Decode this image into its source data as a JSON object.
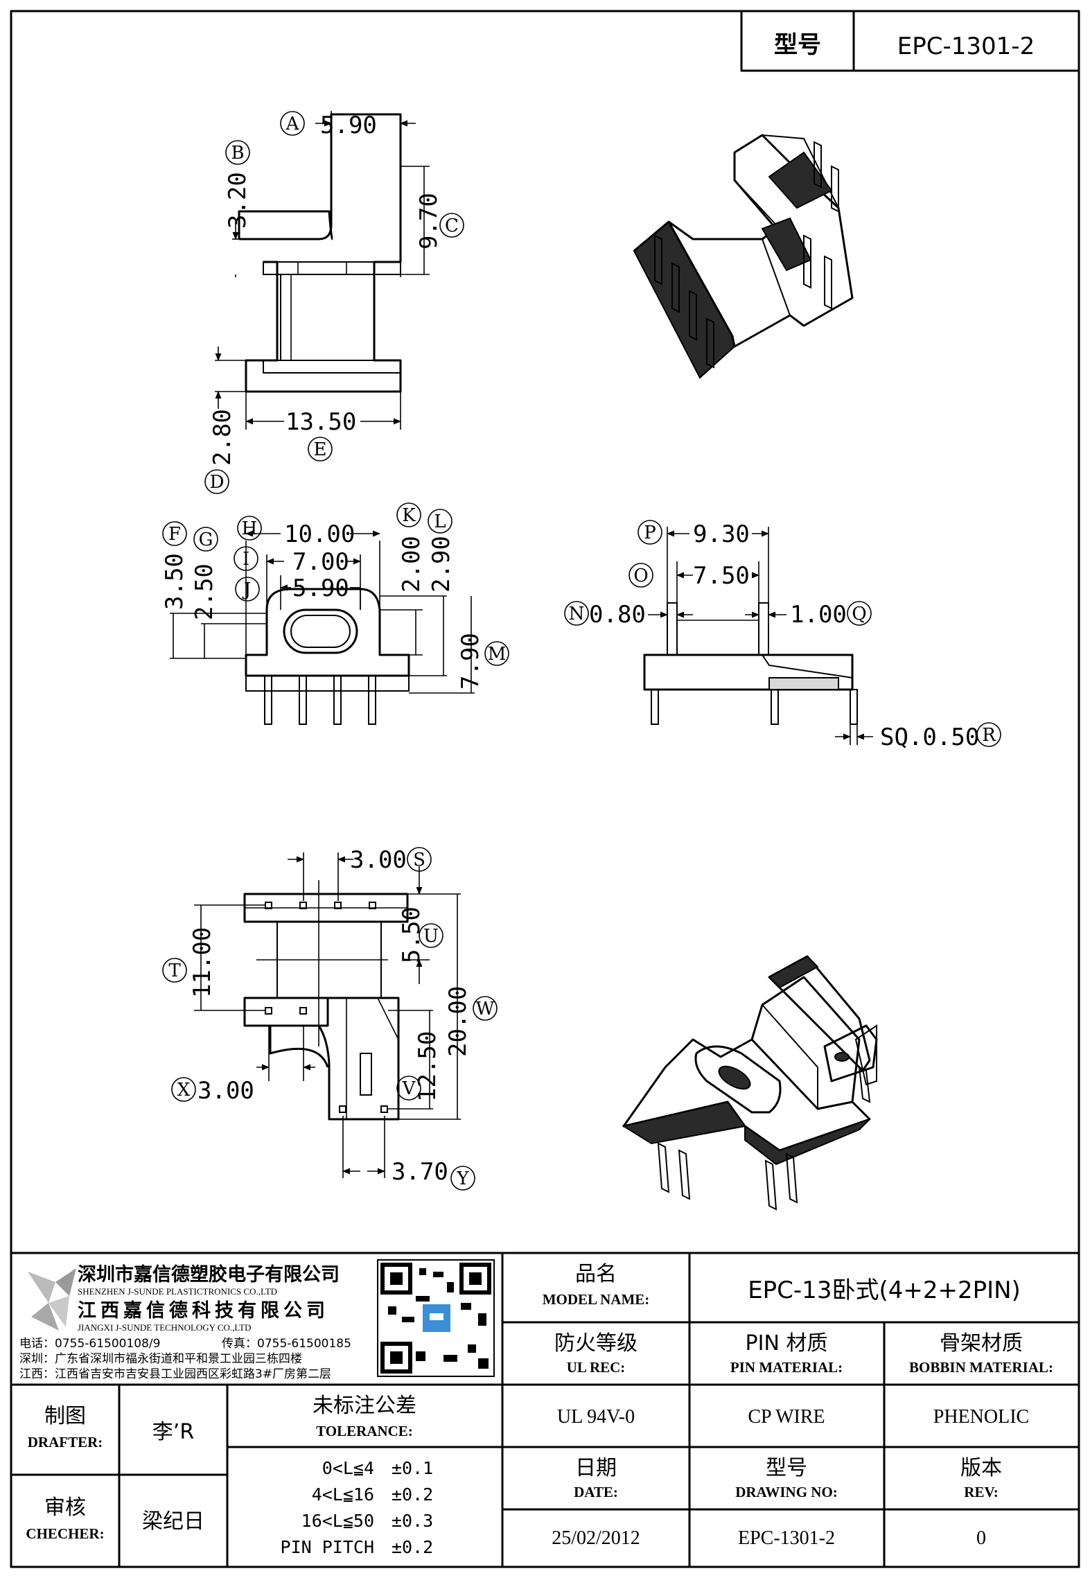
{
  "header": {
    "model_label": "型号",
    "model_value": "EPC-1301-2"
  },
  "top_view": {
    "dims": [
      {
        "id": "A",
        "value": "5.90"
      },
      {
        "id": "B",
        "value": "3.20"
      },
      {
        "id": "C",
        "value": "9.70"
      },
      {
        "id": "D",
        "value": "2.80"
      },
      {
        "id": "E",
        "value": "13.50"
      }
    ]
  },
  "front_view": {
    "dims": [
      {
        "id": "F",
        "value": "3.50"
      },
      {
        "id": "G",
        "value": "2.50"
      },
      {
        "id": "H",
        "value": "10.00"
      },
      {
        "id": "I",
        "value": "7.00"
      },
      {
        "id": "J",
        "value": "5.90"
      },
      {
        "id": "K",
        "value": "2.00"
      },
      {
        "id": "L",
        "value": "2.90"
      },
      {
        "id": "M",
        "value": "7.90"
      }
    ]
  },
  "side_view": {
    "dims": [
      {
        "id": "P",
        "value": "9.30"
      },
      {
        "id": "O",
        "value": "7.50"
      },
      {
        "id": "N",
        "value": "0.80"
      },
      {
        "id": "Q",
        "value": "1.00"
      },
      {
        "id": "R",
        "value": "SQ.0.50"
      }
    ]
  },
  "bottom_view": {
    "dims": [
      {
        "id": "S",
        "value": "3.00"
      },
      {
        "id": "T",
        "value": "11.00"
      },
      {
        "id": "U",
        "value": "5.50"
      },
      {
        "id": "W",
        "value": "20.00"
      },
      {
        "id": "V",
        "value": "12.50"
      },
      {
        "id": "X",
        "value": "3.00"
      },
      {
        "id": "Y",
        "value": "3.70"
      }
    ]
  },
  "company": {
    "name_sz": "深圳市嘉信德塑胶电子有限公司",
    "name_sz_en": "SHENZHEN J-SUNDE PLASTICTRONICS CO.,LTD",
    "name_jx": "江西嘉信德科技有限公司",
    "name_jx_en": "JIANGXI J-SUNDE TECHNOLOGY CO.,LTD",
    "phone": "电话：0755-61500108/9",
    "fax": "传真：0755-61500185",
    "addr_sz": "深圳：广东省深圳市福永街道和平和景工业园三栋四楼",
    "addr_jx": "江西：江西省吉安市吉安县工业园西区彩虹路3#厂房第二层"
  },
  "title_block": {
    "model_name_cn": "品名",
    "model_name_en": "MODEL NAME:",
    "model_name_value": "EPC-13卧式(4+2+2PIN)",
    "ul_cn": "防火等级",
    "ul_en": "UL REC:",
    "pin_cn": "PIN 材质",
    "pin_en": "PIN MATERIAL:",
    "bobbin_cn": "骨架材质",
    "bobbin_en": "BOBBIN MATERIAL:",
    "ul_value": "UL 94V-0",
    "pin_value": "CP WIRE",
    "bobbin_value": "PHENOLIC",
    "drafter_cn": "制图",
    "drafter_en": "DRAFTER:",
    "drafter_value": "李’R",
    "checker_cn": "审核",
    "checker_en": "CHECHER:",
    "checker_value": "梁纪日",
    "tolerance_cn": "未标注公差",
    "tolerance_en": "TOLERANCE:",
    "tolerances": [
      {
        "range": "0<L≦4",
        "value": "±0.1"
      },
      {
        "range": "4<L≦16",
        "value": "±0.2"
      },
      {
        "range": "16<L≦50",
        "value": "±0.3"
      },
      {
        "range": "PIN PITCH",
        "value": "±0.2"
      }
    ],
    "date_cn": "日期",
    "date_en": "DATE:",
    "drawing_cn": "型号",
    "drawing_en": "DRAWING NO:",
    "rev_cn": "版本",
    "rev_en": "REV:",
    "date_value": "25/02/2012",
    "drawing_value": "EPC-1301-2",
    "rev_value": "0"
  }
}
